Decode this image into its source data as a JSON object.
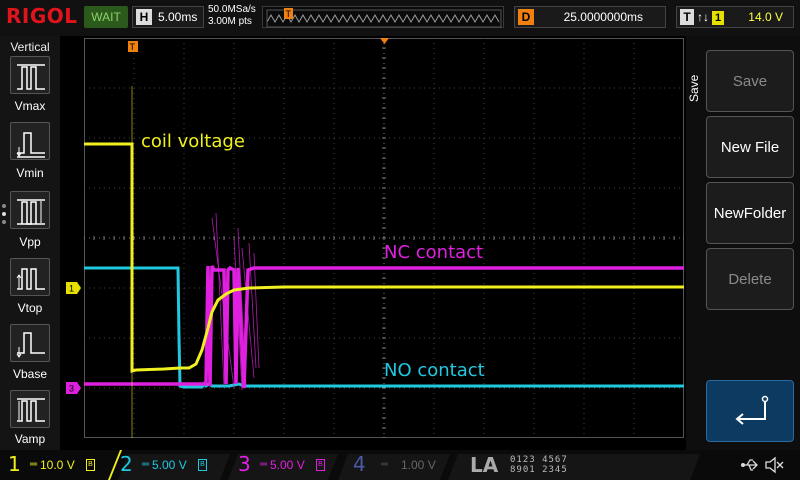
{
  "header": {
    "brand": "RIGOL",
    "run_status": "WAIT",
    "timebase_letter": "H",
    "timebase": "5.00ms",
    "sample_rate": "50.0MSa/s",
    "memory_depth": "3.00M pts",
    "delay_letter": "D",
    "delay": "25.0000000ms",
    "trigger_letter": "T",
    "trigger_edge": "↑↓",
    "trigger_channel": "1",
    "trigger_level": "14.0 V"
  },
  "left_panel": {
    "title": "Vertical",
    "measurements": [
      {
        "label": "Vmax",
        "icon": "vmax-icon"
      },
      {
        "label": "Vmin",
        "icon": "vmin-icon"
      },
      {
        "label": "Vpp",
        "icon": "vpp-icon"
      },
      {
        "label": "Vtop",
        "icon": "vtop-icon"
      },
      {
        "label": "Vbase",
        "icon": "vbase-icon"
      },
      {
        "label": "Vamp",
        "icon": "vamp-icon"
      }
    ]
  },
  "waveform_labels": {
    "coil": "coil voltage",
    "nc": "NC contact",
    "no": "NO contact"
  },
  "markers": {
    "trigger_position": "T",
    "ch1": "1",
    "ch3": "3"
  },
  "right_panel": {
    "title": "Save",
    "softkeys": [
      {
        "label": "Save",
        "enabled": false
      },
      {
        "label": "New File",
        "enabled": true
      },
      {
        "label": "NewFolder",
        "enabled": true
      },
      {
        "label": "Delete",
        "enabled": false
      }
    ]
  },
  "channels": [
    {
      "num": "1",
      "scale": "10.0 V",
      "color": "#f0f020",
      "active": true
    },
    {
      "num": "2",
      "scale": "5.00 V",
      "color": "#20c8e0",
      "active": true
    },
    {
      "num": "3",
      "scale": "5.00 V",
      "color": "#e020e0",
      "active": true
    },
    {
      "num": "4",
      "scale": "1.00 V",
      "color": "#4060d0",
      "active": false
    }
  ],
  "la": {
    "label": "LA",
    "row1": "0123 4567",
    "row2": "8901 2345"
  },
  "colors": {
    "ch1": "#f0f020",
    "ch2": "#20c8e0",
    "ch3": "#e020e0",
    "trigger": "#f08010",
    "brand": "#e0141c"
  }
}
